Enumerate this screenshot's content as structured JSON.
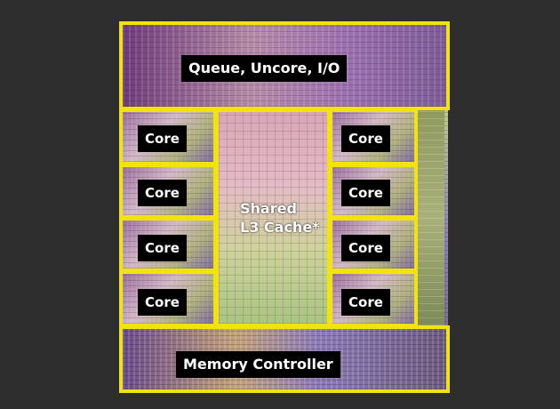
{
  "regions": {
    "uncore_label": "Queue, Uncore, I/O",
    "cache_label": "Shared\nL3 Cache*",
    "memory_label": "Memory Controller",
    "core_label": "Core"
  },
  "cores": [
    {
      "label": "Core"
    },
    {
      "label": "Core"
    },
    {
      "label": "Core"
    },
    {
      "label": "Core"
    },
    {
      "label": "Core"
    },
    {
      "label": "Core"
    },
    {
      "label": "Core"
    },
    {
      "label": "Core"
    }
  ],
  "colors": {
    "background": "#2d2d2d",
    "outline": "#f2e30f",
    "label_bg": "#000000",
    "label_text": "#ffffff"
  }
}
